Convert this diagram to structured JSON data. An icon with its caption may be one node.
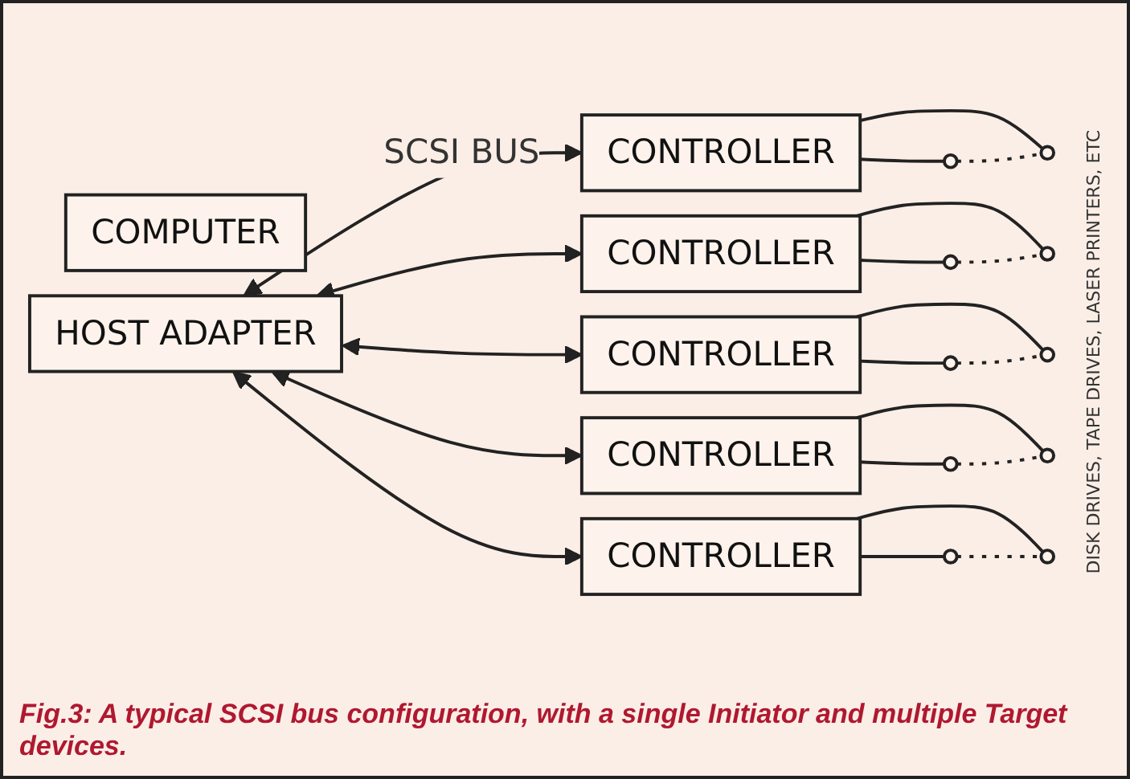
{
  "diagram": {
    "caption": "Fig.3: A typical SCSI bus configuration, with a single Initiator and multiple Target devices.",
    "nodes": [
      {
        "text": [
          "COMPUTER"
        ]
      },
      {
        "text": [
          "HOST ADAPTER"
        ]
      },
      {
        "text": [
          "CONTROLLER"
        ]
      },
      {
        "text": [],
        "shape": "circle"
      },
      {
        "text": [],
        "shape": "circle"
      },
      {
        "text": [
          "CONTROLLER"
        ]
      },
      {
        "text": [],
        "shape": "circle"
      },
      {
        "text": [],
        "shape": "circle"
      },
      {
        "text": [
          "CONTROLLER"
        ]
      },
      {
        "text": [],
        "shape": "circle"
      },
      {
        "text": [],
        "shape": "circle"
      },
      {
        "text": [
          "CONTROLLER"
        ]
      },
      {
        "text": [],
        "shape": "circle"
      },
      {
        "text": [],
        "shape": "circle"
      },
      {
        "text": [
          "CONTROLLER"
        ]
      },
      {
        "text": [],
        "shape": "circle"
      },
      {
        "text": [],
        "shape": "circle"
      }
    ],
    "edges": [
      {
        "from": 1,
        "to": 2,
        "arrow": "both",
        "label": "SCSI BUS"
      },
      {
        "from": 1,
        "to": 5,
        "arrow": "both"
      },
      {
        "from": 1,
        "to": 8,
        "arrow": "both"
      },
      {
        "from": 1,
        "to": 11,
        "arrow": "both"
      },
      {
        "from": 1,
        "to": 14,
        "arrow": "both"
      },
      {
        "from": 2,
        "to": 3,
        "arrow": "none"
      },
      {
        "from": 2,
        "to": 4,
        "arrow": "none"
      },
      {
        "from": 3,
        "to": 4,
        "arrow": "none",
        "style": "dashed"
      },
      {
        "from": 5,
        "to": 6,
        "arrow": "none"
      },
      {
        "from": 5,
        "to": 7,
        "arrow": "none"
      },
      {
        "from": 6,
        "to": 7,
        "arrow": "none",
        "style": "dashed"
      },
      {
        "from": 8,
        "to": 9,
        "arrow": "none"
      },
      {
        "from": 8,
        "to": 10,
        "arrow": "none"
      },
      {
        "from": 9,
        "to": 10,
        "arrow": "none",
        "style": "dashed"
      },
      {
        "from": 11,
        "to": 12,
        "arrow": "none"
      },
      {
        "from": 11,
        "to": 13,
        "arrow": "none"
      },
      {
        "from": 12,
        "to": 13,
        "arrow": "none",
        "style": "dashed"
      },
      {
        "from": 14,
        "to": 15,
        "arrow": "none"
      },
      {
        "from": 14,
        "to": 16,
        "arrow": "none"
      },
      {
        "from": 15,
        "to": 16,
        "arrow": "none",
        "style": "dashed"
      }
    ],
    "labels": [
      "DISK DRIVES, TAPE DRIVES, LASER PRINTERS, ETC"
    ]
  }
}
